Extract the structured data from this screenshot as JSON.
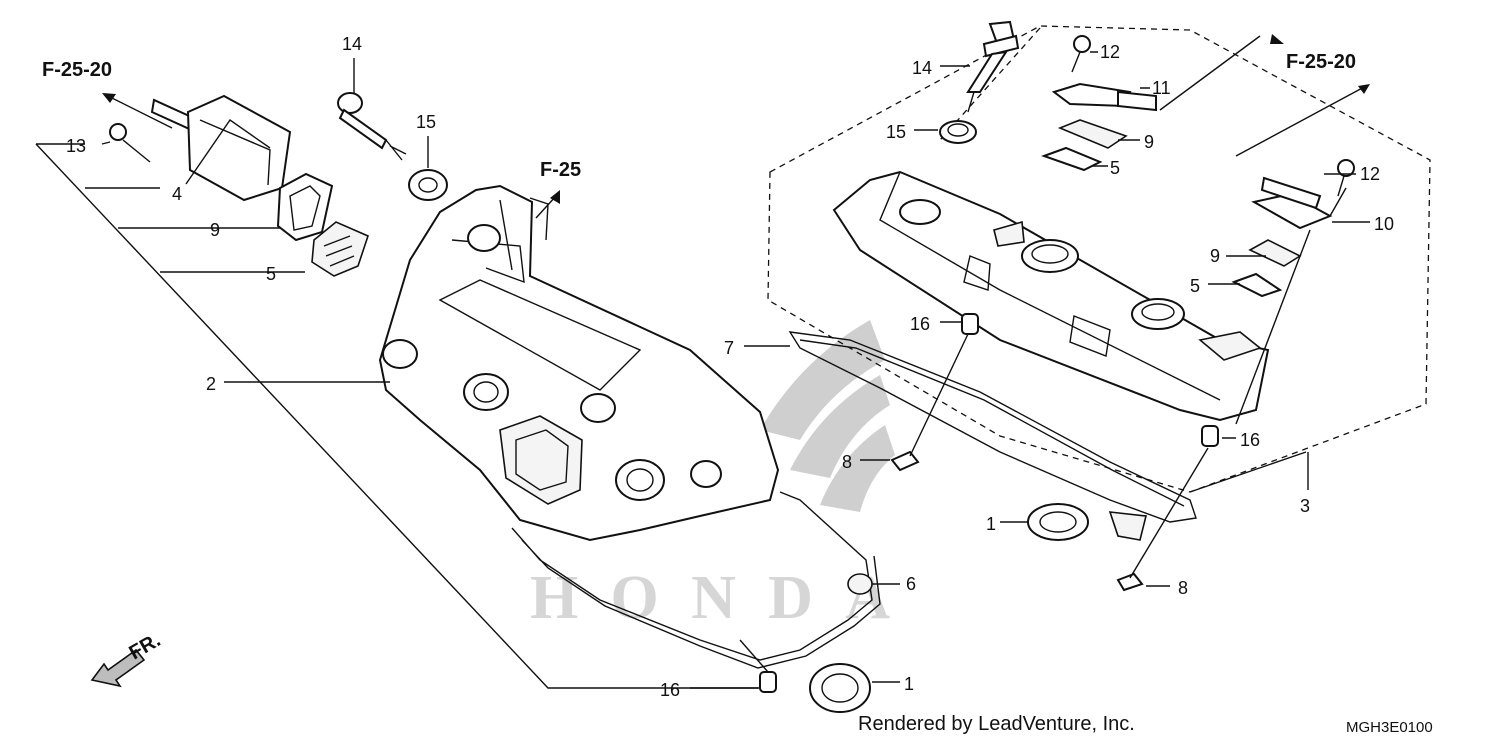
{
  "parts": {
    "left": [
      {
        "id": "p13",
        "label": "13"
      },
      {
        "id": "p4",
        "label": "4"
      },
      {
        "id": "p9",
        "label": "9"
      },
      {
        "id": "p5",
        "label": "5"
      },
      {
        "id": "p14",
        "label": "14"
      },
      {
        "id": "p15",
        "label": "15"
      },
      {
        "id": "p2",
        "label": "2"
      },
      {
        "id": "p16",
        "label": "16"
      },
      {
        "id": "p6",
        "label": "6"
      },
      {
        "id": "p1",
        "label": "1"
      }
    ],
    "right": [
      {
        "id": "r14",
        "label": "14"
      },
      {
        "id": "r12a",
        "label": "12"
      },
      {
        "id": "r11",
        "label": "11"
      },
      {
        "id": "r15",
        "label": "15"
      },
      {
        "id": "r9a",
        "label": "9"
      },
      {
        "id": "r5a",
        "label": "5"
      },
      {
        "id": "r12b",
        "label": "12"
      },
      {
        "id": "r10",
        "label": "10"
      },
      {
        "id": "r9b",
        "label": "9"
      },
      {
        "id": "r5b",
        "label": "5"
      },
      {
        "id": "r16a",
        "label": "16"
      },
      {
        "id": "r7",
        "label": "7"
      },
      {
        "id": "r16b",
        "label": "16"
      },
      {
        "id": "r8a",
        "label": "8"
      },
      {
        "id": "r3",
        "label": "3"
      },
      {
        "id": "r1",
        "label": "1"
      },
      {
        "id": "r8b",
        "label": "8"
      }
    ]
  },
  "references": {
    "left": "F-25-20",
    "center": "F-25",
    "right": "F-25-20"
  },
  "front_arrow": "FR.",
  "watermark": "HONDA",
  "credit": "Rendered by LeadVenture, Inc.",
  "diagram_code": "MGH3E0100"
}
